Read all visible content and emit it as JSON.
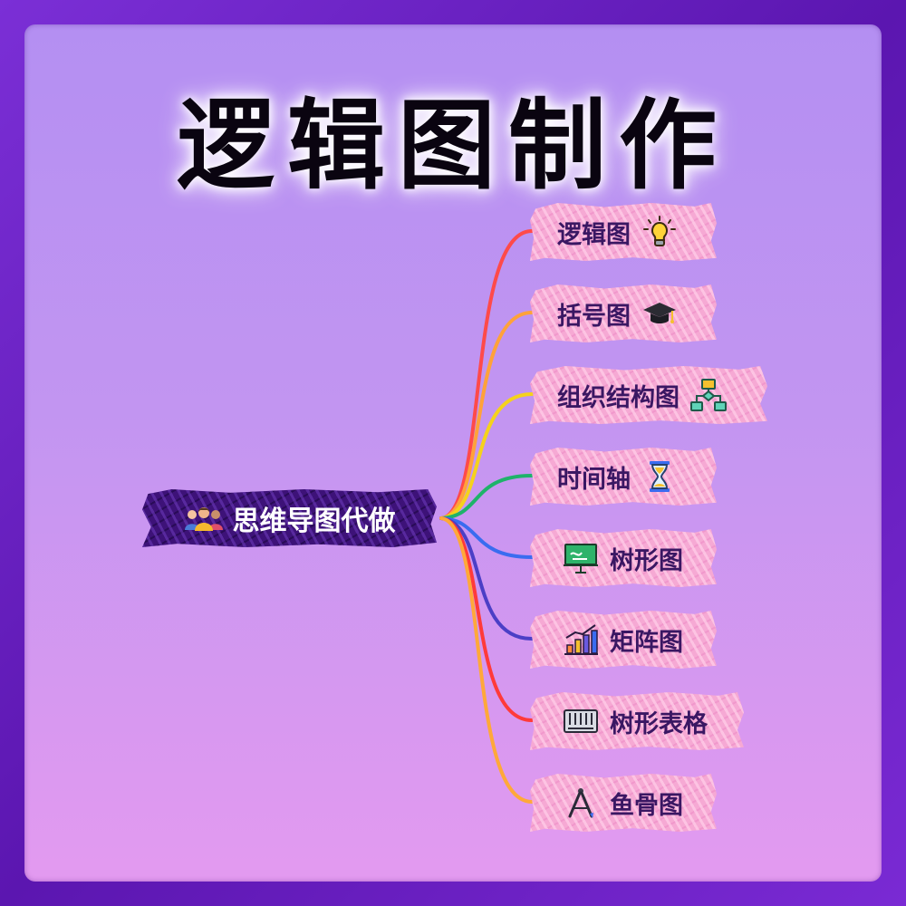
{
  "headline": "逻辑图制作",
  "root": {
    "label": "思维导图代做",
    "icon": "people-group-icon"
  },
  "branches": [
    {
      "label": "逻辑图",
      "icon": "lightbulb-icon",
      "color": "#ff4a4a"
    },
    {
      "label": "括号图",
      "icon": "graduation-cap-icon",
      "color": "#ffa23a"
    },
    {
      "label": "组织结构图",
      "icon": "flowchart-icon",
      "color": "#f5d21c"
    },
    {
      "label": "时间轴",
      "icon": "hourglass-icon",
      "color": "#1eb36a"
    },
    {
      "label": "树形图",
      "icon": "presentation-board-icon",
      "color": "#3a6cf0"
    },
    {
      "label": "矩阵图",
      "icon": "bar-chart-icon",
      "color": "#4b3fc6"
    },
    {
      "label": "树形表格",
      "icon": "keyboard-icon",
      "color": "#ff3a3a"
    },
    {
      "label": "鱼骨图",
      "icon": "compass-icon",
      "color": "#ffa83a"
    }
  ],
  "colors": {
    "frame": "#6a1fc4",
    "root_fill": "#3d1278",
    "node_fill": "#f6a9d4",
    "node_text": "#3a1763"
  }
}
